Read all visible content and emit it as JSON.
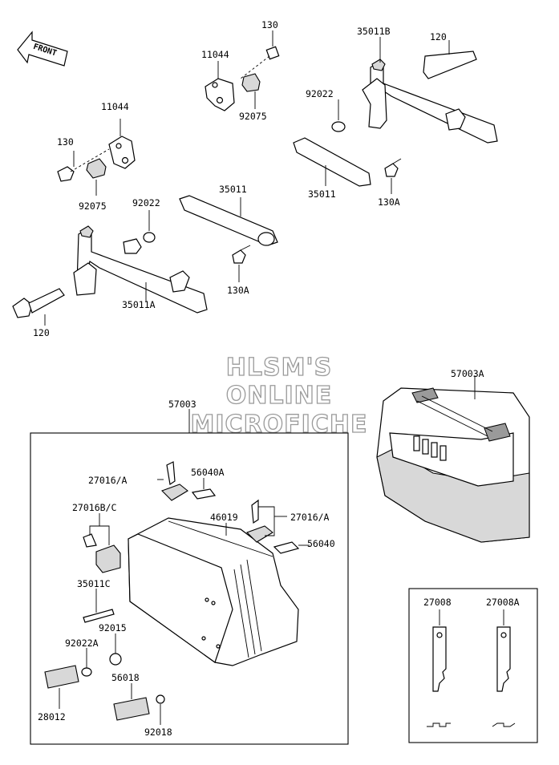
{
  "front_arrow": {
    "label": "FRONT"
  },
  "watermark": {
    "line1": "HLSM'S",
    "line2": "ONLINE",
    "line3": "MICROFICHE"
  },
  "labels": {
    "p130_top": "130",
    "p11044_top": "11044",
    "p92075_top": "92075",
    "p35011B": "35011B",
    "p120_top": "120",
    "p92022_right": "92022",
    "p11044_left": "11044",
    "p130_left": "130",
    "p92075_left": "92075",
    "p92022_mid": "92022",
    "p35011_mid": "35011",
    "p35011_right": "35011",
    "p130A_right": "130A",
    "p130A_mid": "130A",
    "p35011A": "35011A",
    "p120_bottom": "120",
    "p57003": "57003",
    "p57003A": "57003A",
    "p27016A_left": "27016/A",
    "p56040A": "56040A",
    "p27016BC": "27016B/C",
    "p46019": "46019",
    "p27016A_right": "27016/A",
    "p56040": "56040",
    "p35011C": "35011C",
    "p92015": "92015",
    "p92022A": "92022A",
    "p56018": "56018",
    "p28012": "28012",
    "p92018": "92018",
    "p27008": "27008",
    "p27008A": "27008A"
  }
}
